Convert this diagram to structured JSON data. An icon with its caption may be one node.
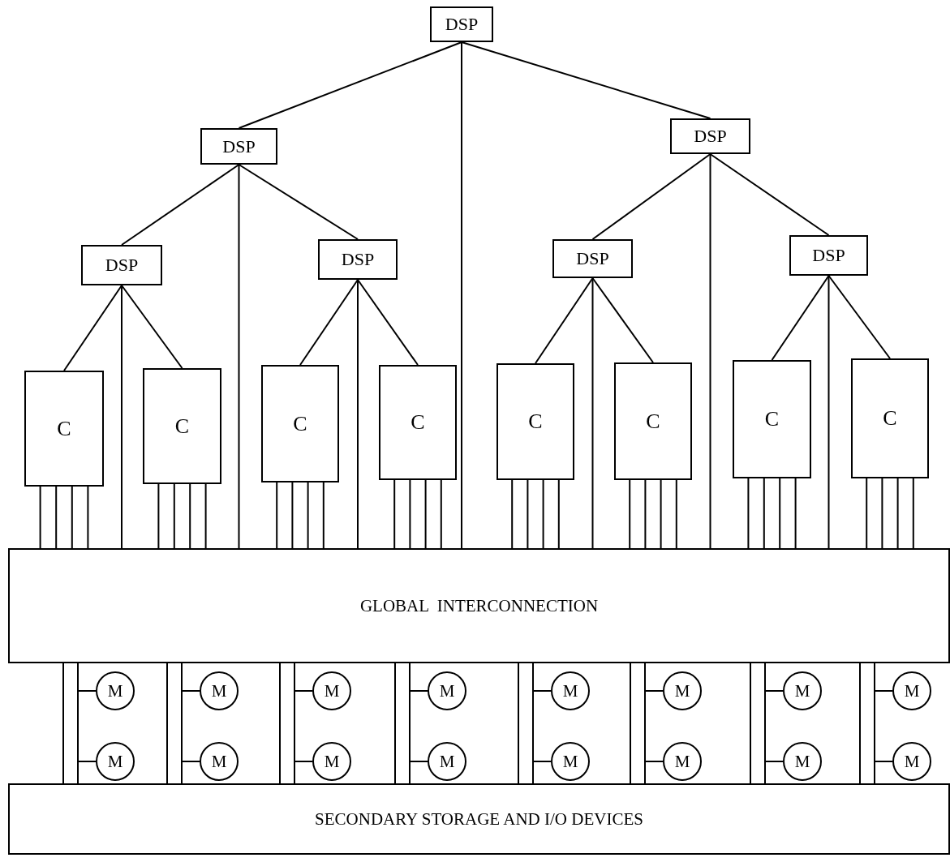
{
  "diagram": {
    "nodes": [
      {
        "text": [
          "DSP"
        ]
      },
      {
        "text": [
          "DSP"
        ]
      },
      {
        "text": [
          "DSP"
        ]
      },
      {
        "text": [
          "DSP"
        ]
      },
      {
        "text": [
          "DSP"
        ]
      },
      {
        "text": [
          "DSP"
        ]
      },
      {
        "text": [
          "DSP"
        ]
      },
      {
        "text": [
          "C"
        ]
      },
      {
        "text": [
          "C"
        ]
      },
      {
        "text": [
          "C"
        ]
      },
      {
        "text": [
          "C"
        ]
      },
      {
        "text": [
          "C"
        ]
      },
      {
        "text": [
          "C"
        ]
      },
      {
        "text": [
          "C"
        ]
      },
      {
        "text": [
          "C"
        ]
      },
      {
        "text": [
          "GLOBAL  INTERCONNECTION"
        ]
      },
      {
        "text": [
          "M"
        ]
      },
      {
        "text": [
          "M"
        ]
      },
      {
        "text": [
          "M"
        ]
      },
      {
        "text": [
          "M"
        ]
      },
      {
        "text": [
          "M"
        ]
      },
      {
        "text": [
          "M"
        ]
      },
      {
        "text": [
          "M"
        ]
      },
      {
        "text": [
          "M"
        ]
      },
      {
        "text": [
          "M"
        ]
      },
      {
        "text": [
          "M"
        ]
      },
      {
        "text": [
          "M"
        ]
      },
      {
        "text": [
          "M"
        ]
      },
      {
        "text": [
          "M"
        ]
      },
      {
        "text": [
          "M"
        ]
      },
      {
        "text": [
          "M"
        ]
      },
      {
        "text": [
          "M"
        ]
      },
      {
        "text": [
          "SECONDARY STORAGE AND I/O DEVICES"
        ]
      }
    ],
    "edges": [
      {
        "from": 0,
        "to": 1,
        "arrow": "none"
      },
      {
        "from": 0,
        "to": 2,
        "arrow": "none"
      },
      {
        "from": 0,
        "to": 15,
        "arrow": "none"
      },
      {
        "from": 1,
        "to": 3,
        "arrow": "none"
      },
      {
        "from": 1,
        "to": 4,
        "arrow": "none"
      },
      {
        "from": 1,
        "to": 15,
        "arrow": "none"
      },
      {
        "from": 2,
        "to": 5,
        "arrow": "none"
      },
      {
        "from": 2,
        "to": 6,
        "arrow": "none"
      },
      {
        "from": 2,
        "to": 15,
        "arrow": "none"
      },
      {
        "from": 3,
        "to": 7,
        "arrow": "none"
      },
      {
        "from": 3,
        "to": 8,
        "arrow": "none"
      },
      {
        "from": 3,
        "to": 15,
        "arrow": "none"
      },
      {
        "from": 4,
        "to": 9,
        "arrow": "none"
      },
      {
        "from": 4,
        "to": 10,
        "arrow": "none"
      },
      {
        "from": 4,
        "to": 15,
        "arrow": "none"
      },
      {
        "from": 5,
        "to": 11,
        "arrow": "none"
      },
      {
        "from": 5,
        "to": 12,
        "arrow": "none"
      },
      {
        "from": 5,
        "to": 15,
        "arrow": "none"
      },
      {
        "from": 6,
        "to": 13,
        "arrow": "none"
      },
      {
        "from": 6,
        "to": 14,
        "arrow": "none"
      },
      {
        "from": 6,
        "to": 15,
        "arrow": "none"
      },
      {
        "from": 7,
        "to": 15,
        "arrow": "none"
      },
      {
        "from": 7,
        "to": 15,
        "arrow": "none"
      },
      {
        "from": 7,
        "to": 15,
        "arrow": "none"
      },
      {
        "from": 7,
        "to": 15,
        "arrow": "none"
      },
      {
        "from": 8,
        "to": 15,
        "arrow": "none"
      },
      {
        "from": 8,
        "to": 15,
        "arrow": "none"
      },
      {
        "from": 8,
        "to": 15,
        "arrow": "none"
      },
      {
        "from": 8,
        "to": 15,
        "arrow": "none"
      },
      {
        "from": 9,
        "to": 15,
        "arrow": "none"
      },
      {
        "from": 9,
        "to": 15,
        "arrow": "none"
      },
      {
        "from": 9,
        "to": 15,
        "arrow": "none"
      },
      {
        "from": 9,
        "to": 15,
        "arrow": "none"
      },
      {
        "from": 10,
        "to": 15,
        "arrow": "none"
      },
      {
        "from": 10,
        "to": 15,
        "arrow": "none"
      },
      {
        "from": 10,
        "to": 15,
        "arrow": "none"
      },
      {
        "from": 10,
        "to": 15,
        "arrow": "none"
      },
      {
        "from": 11,
        "to": 15,
        "arrow": "none"
      },
      {
        "from": 11,
        "to": 15,
        "arrow": "none"
      },
      {
        "from": 11,
        "to": 15,
        "arrow": "none"
      },
      {
        "from": 11,
        "to": 15,
        "arrow": "none"
      },
      {
        "from": 12,
        "to": 15,
        "arrow": "none"
      },
      {
        "from": 12,
        "to": 15,
        "arrow": "none"
      },
      {
        "from": 12,
        "to": 15,
        "arrow": "none"
      },
      {
        "from": 12,
        "to": 15,
        "arrow": "none"
      },
      {
        "from": 13,
        "to": 15,
        "arrow": "none"
      },
      {
        "from": 13,
        "to": 15,
        "arrow": "none"
      },
      {
        "from": 13,
        "to": 15,
        "arrow": "none"
      },
      {
        "from": 13,
        "to": 15,
        "arrow": "none"
      },
      {
        "from": 14,
        "to": 15,
        "arrow": "none"
      },
      {
        "from": 14,
        "to": 15,
        "arrow": "none"
      },
      {
        "from": 14,
        "to": 15,
        "arrow": "none"
      },
      {
        "from": 14,
        "to": 15,
        "arrow": "none"
      },
      {
        "from": 15,
        "to": 32,
        "arrow": "none"
      },
      {
        "from": 15,
        "to": 32,
        "arrow": "none"
      },
      {
        "from": 15,
        "to": 32,
        "arrow": "none"
      },
      {
        "from": 15,
        "to": 32,
        "arrow": "none"
      },
      {
        "from": 15,
        "to": 32,
        "arrow": "none"
      },
      {
        "from": 15,
        "to": 32,
        "arrow": "none"
      },
      {
        "from": 15,
        "to": 32,
        "arrow": "none"
      },
      {
        "from": 15,
        "to": 32,
        "arrow": "none"
      },
      {
        "from": 15,
        "to": 32,
        "arrow": "none"
      },
      {
        "from": 15,
        "to": 32,
        "arrow": "none"
      },
      {
        "from": 15,
        "to": 32,
        "arrow": "none"
      },
      {
        "from": 15,
        "to": 32,
        "arrow": "none"
      },
      {
        "from": 15,
        "to": 32,
        "arrow": "none"
      },
      {
        "from": 15,
        "to": 32,
        "arrow": "none"
      },
      {
        "from": 15,
        "to": 32,
        "arrow": "none"
      },
      {
        "from": 15,
        "to": 32,
        "arrow": "none"
      },
      {
        "from": 16,
        "to": null,
        "arrow": "none"
      },
      {
        "from": 17,
        "to": null,
        "arrow": "none"
      },
      {
        "from": 18,
        "to": null,
        "arrow": "none"
      },
      {
        "from": 19,
        "to": null,
        "arrow": "none"
      },
      {
        "from": 20,
        "to": null,
        "arrow": "none"
      },
      {
        "from": 21,
        "to": null,
        "arrow": "none"
      },
      {
        "from": 22,
        "to": null,
        "arrow": "none"
      },
      {
        "from": 23,
        "to": null,
        "arrow": "none"
      },
      {
        "from": 24,
        "to": null,
        "arrow": "none"
      },
      {
        "from": 25,
        "to": null,
        "arrow": "none"
      },
      {
        "from": 26,
        "to": null,
        "arrow": "none"
      },
      {
        "from": 27,
        "to": null,
        "arrow": "none"
      },
      {
        "from": 28,
        "to": null,
        "arrow": "none"
      },
      {
        "from": 29,
        "to": null,
        "arrow": "none"
      },
      {
        "from": 30,
        "to": null,
        "arrow": "none"
      },
      {
        "from": 31,
        "to": null,
        "arrow": "none"
      }
    ]
  }
}
